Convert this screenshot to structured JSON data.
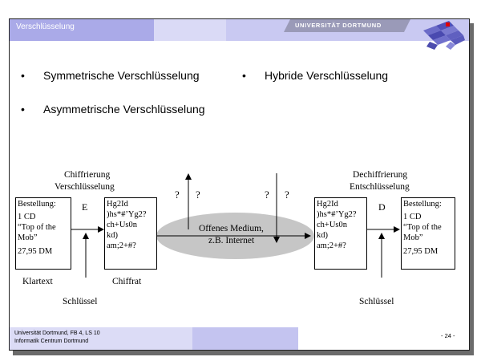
{
  "header": {
    "title": "Verschlüsselung",
    "university": "UNIVERSITÄT DORTMUND",
    "logo_icon": "university-logo-icon"
  },
  "bullets": [
    "Symmetrische Verschlüsselung",
    "Hybride Verschlüsselung",
    "Asymmetrische Verschlüsselung"
  ],
  "diagram": {
    "left_heading": [
      "Chiffrierung",
      "Verschlüsselung"
    ],
    "right_heading": [
      "Dechiffrierung",
      "Entschlüsselung"
    ],
    "plaintext_box": [
      "Bestellung:",
      "1 CD",
      "“Top of the",
      "Mob”",
      "27,95 DM"
    ],
    "cipher_box_left": [
      "Hg2Id",
      ")hs*#’Yg2?",
      "ch+Us0n",
      "kd)",
      "am;2+#?"
    ],
    "cipher_box_right": [
      "Hg2Id",
      ")hs*#’Yg2?",
      "ch+Us0n",
      "kd)",
      "am;2+#?"
    ],
    "plaintext_box_right": [
      "Bestellung:",
      "1 CD",
      "“Top of the",
      "Mob”",
      "27,95 DM"
    ],
    "encrypt_symbol": "E",
    "decrypt_symbol": "D",
    "medium": [
      "Offenes Medium,",
      "z.B. Internet"
    ],
    "question_marks": [
      "?",
      "?",
      "?",
      "?"
    ],
    "label_klartext": "Klartext",
    "label_chiffrat": "Chiffrat",
    "label_key_left": "Schlüssel",
    "label_key_right": "Schlüssel"
  },
  "footer": {
    "line1": "Universität Dortmund, FB 4, LS 10",
    "line2": "Informatik Centrum Dortmund",
    "page": "- 24 -"
  }
}
